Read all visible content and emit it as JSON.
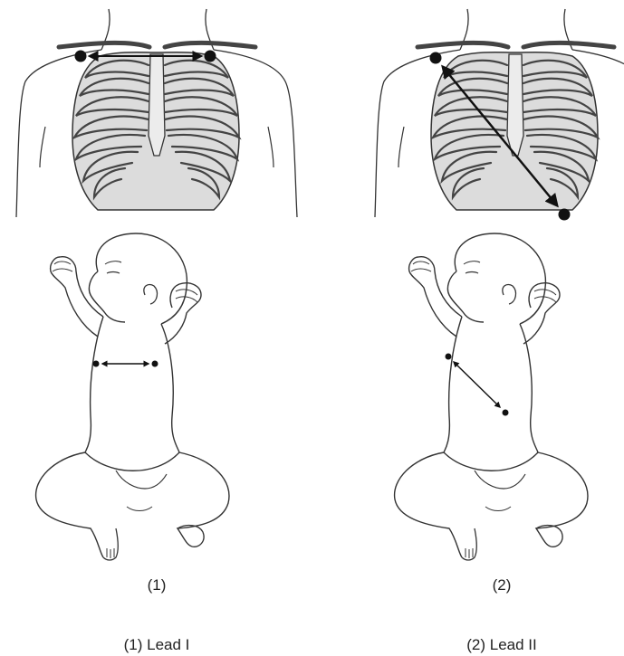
{
  "panels": [
    {
      "number_label": "(1)",
      "caption": "(1) Lead I"
    },
    {
      "number_label": "(2)",
      "caption": "(2) Lead II"
    }
  ],
  "colors": {
    "line": "#333333",
    "electrode": "#111111",
    "ribcage_fill": "#d9d9d9"
  }
}
